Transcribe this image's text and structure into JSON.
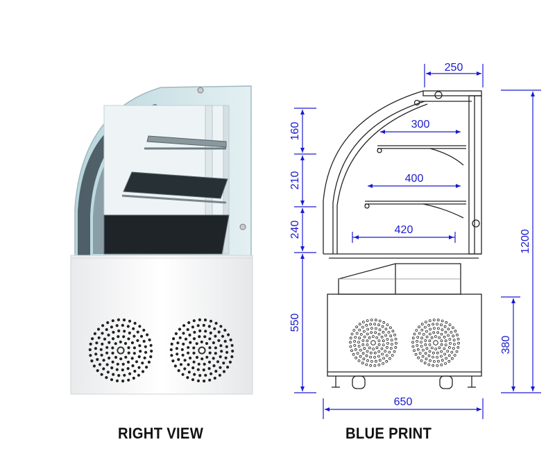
{
  "captions": {
    "right_view": "RIGHT VIEW",
    "blue_print": "BLUE PRINT"
  },
  "dimensions": {
    "top_width": "250",
    "shelf_top": "300",
    "shelf_mid": "400",
    "base_depth": "420",
    "seg_top": "160",
    "seg_mid": "210",
    "seg_low": "240",
    "base_height": "550",
    "total_height": "1200",
    "foot_height": "380",
    "total_width": "650"
  },
  "colors": {
    "dimension_line": "#1a1ad0",
    "outline": "#222222",
    "glass_tint": "#cfe3e8"
  }
}
